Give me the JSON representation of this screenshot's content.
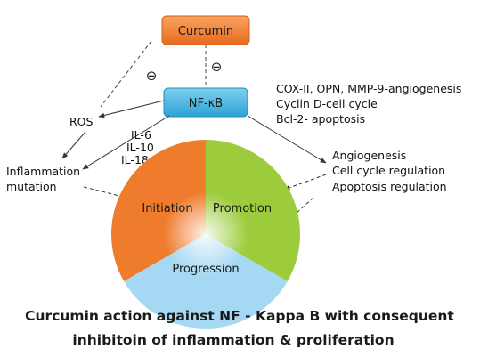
{
  "nodes": {
    "curcumin": "Curcumin",
    "nfkb": "NF-κB",
    "ros": "ROS",
    "inflammation": [
      "Inflammation",
      "mutation"
    ],
    "interleukins": [
      "IL-6",
      "IL-10",
      "IL-18"
    ],
    "gene_targets": [
      "COX-II, OPN, MMP-9-angiogenesis",
      "Cyclin D-cell cycle",
      "Bcl-2- apoptosis"
    ],
    "outcomes": [
      "Angiogenesis",
      "Cell cycle regulation",
      "Apoptosis regulation"
    ]
  },
  "inhibition_symbol": "⊖",
  "stages": [
    "Initiation",
    "Promotion",
    "Progression"
  ],
  "caption": [
    "Curcumin action against NF - Kappa B with consequent",
    "inhibitoin of inflammation & proliferation"
  ],
  "colors": {
    "curcumin_fill": "#f07a2e",
    "nfkb_fill": "#47b6e0",
    "initiation": "#ef7b2d",
    "promotion": "#9ccc3b",
    "progression": "#a5d8f2",
    "arrow": "#333333"
  }
}
